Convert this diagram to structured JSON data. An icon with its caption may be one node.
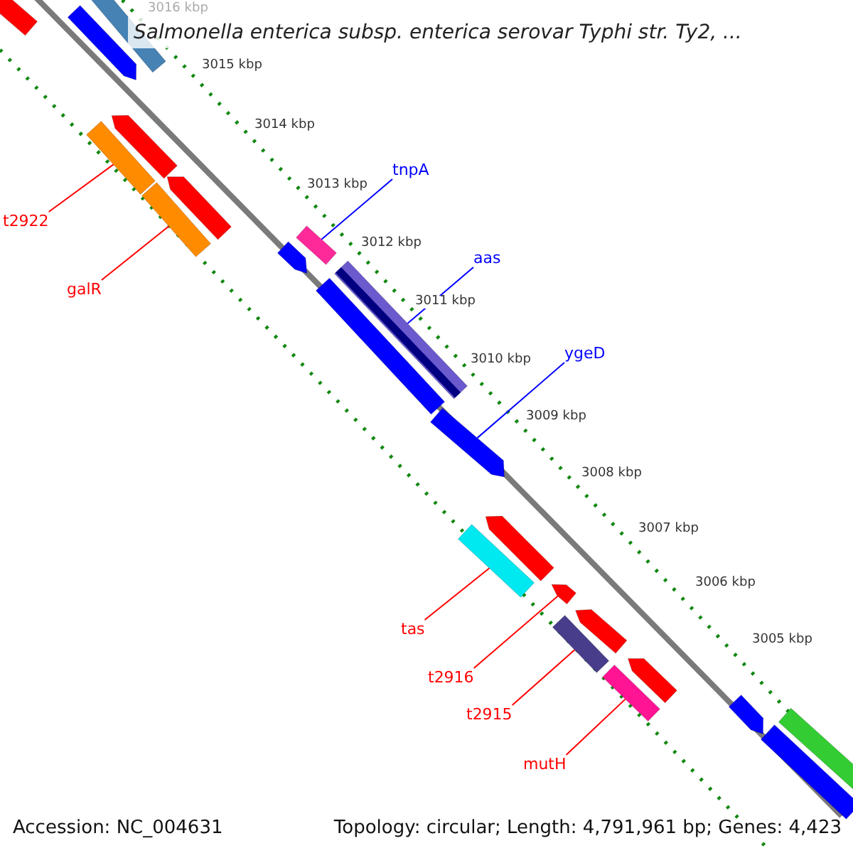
{
  "diagram": {
    "title": "Salmonella enterica subsp. enterica serovar Typhi str. Ty2, ...",
    "nodes": [
      {
        "text": [
          "tnpA"
        ]
      },
      {
        "text": [
          "aas"
        ]
      },
      {
        "text": [
          "ygeD"
        ]
      },
      {
        "text": [
          "t2922"
        ]
      },
      {
        "text": [
          "galR"
        ]
      },
      {
        "text": [
          "tas"
        ]
      },
      {
        "text": [
          "t2916"
        ]
      },
      {
        "text": [
          "t2915"
        ]
      },
      {
        "text": [
          "mutH"
        ]
      },
      {
        "text": [],
        "shape": "bar"
      },
      {
        "text": [],
        "shape": "bar"
      },
      {
        "text": [],
        "shape": "bar"
      },
      {
        "text": [],
        "shape": "bar"
      },
      {
        "text": [],
        "shape": "bar"
      },
      {
        "text": [],
        "shape": "bar"
      },
      {
        "text": [],
        "shape": "bar"
      },
      {
        "text": [],
        "shape": "bar"
      },
      {
        "text": [],
        "shape": "bar"
      },
      {
        "text": [],
        "shape": "bar"
      },
      {
        "text": [],
        "shape": "bar"
      },
      {
        "text": [],
        "shape": "bar"
      },
      {
        "text": [],
        "shape": "bar"
      },
      {
        "text": [],
        "shape": "bar"
      },
      {
        "text": [],
        "shape": "bar"
      },
      {
        "text": [],
        "shape": "bar"
      },
      {
        "text": [],
        "shape": "bar"
      },
      {
        "text": [],
        "shape": "bar"
      },
      {
        "text": [],
        "shape": "bar"
      },
      {
        "text": [],
        "shape": "bar"
      },
      {
        "text": [],
        "shape": "bar"
      },
      {
        "text": [],
        "shape": "bar"
      }
    ],
    "edges": [
      {
        "from": 0,
        "to": 9,
        "arrow": "none",
        "color": "#0000ff"
      },
      {
        "from": 1,
        "to": 10,
        "arrow": "none",
        "color": "#0000ff"
      },
      {
        "from": 2,
        "to": 11,
        "arrow": "none",
        "color": "#0000ff"
      },
      {
        "from": 3,
        "to": 12,
        "arrow": "none"
      },
      {
        "from": 4,
        "to": 13,
        "arrow": "none"
      },
      {
        "from": 5,
        "to": 14,
        "arrow": "none"
      },
      {
        "from": 6,
        "to": 15,
        "arrow": "none"
      },
      {
        "from": 7,
        "to": 16,
        "arrow": "none"
      },
      {
        "from": 8,
        "to": 17,
        "arrow": "none"
      }
    ],
    "labels": [
      "3016 kbp",
      "3015 kbp",
      "3014 kbp",
      "3013 kbp",
      "3012 kbp",
      "3011 kbp",
      "3010 kbp",
      "3009 kbp",
      "3008 kbp",
      "3007 kbp",
      "3006 kbp",
      "3005 kbp",
      "Accession: NC_004631",
      "Topology: circular; Length: 4,791,961 bp; Genes: 4,423"
    ]
  }
}
